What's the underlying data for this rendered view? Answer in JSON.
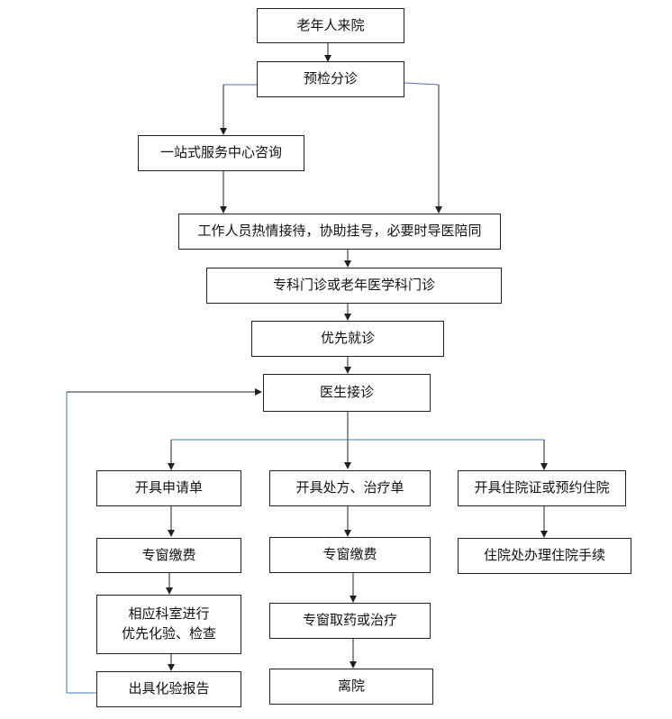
{
  "nodes": {
    "arrival": "老年人来院",
    "triage": "预检分诊",
    "service_center": "一站式服务中心咨询",
    "staff_reception": "工作人员热情接待，协助挂号，必要时导医陪同",
    "clinic": "专科门诊或老年医学科门诊",
    "priority_visit": "优先就诊",
    "doctor_visit": "医生接诊",
    "lab_request": "开具申请单",
    "lab_payment": "专窗缴费",
    "lab_exam": "相应科室进行\n优先化验、检查",
    "lab_report": "出具化验报告",
    "prescription": "开具处方、治疗单",
    "rx_payment": "专窗缴费",
    "rx_pickup": "专窗取药或治疗",
    "discharge": "离院",
    "admission_cert": "开具住院证或预约住院",
    "admission_process": "住院处办理住院手续"
  },
  "colors": {
    "black_line": "#222222",
    "blue_line": "#4a73b5"
  }
}
